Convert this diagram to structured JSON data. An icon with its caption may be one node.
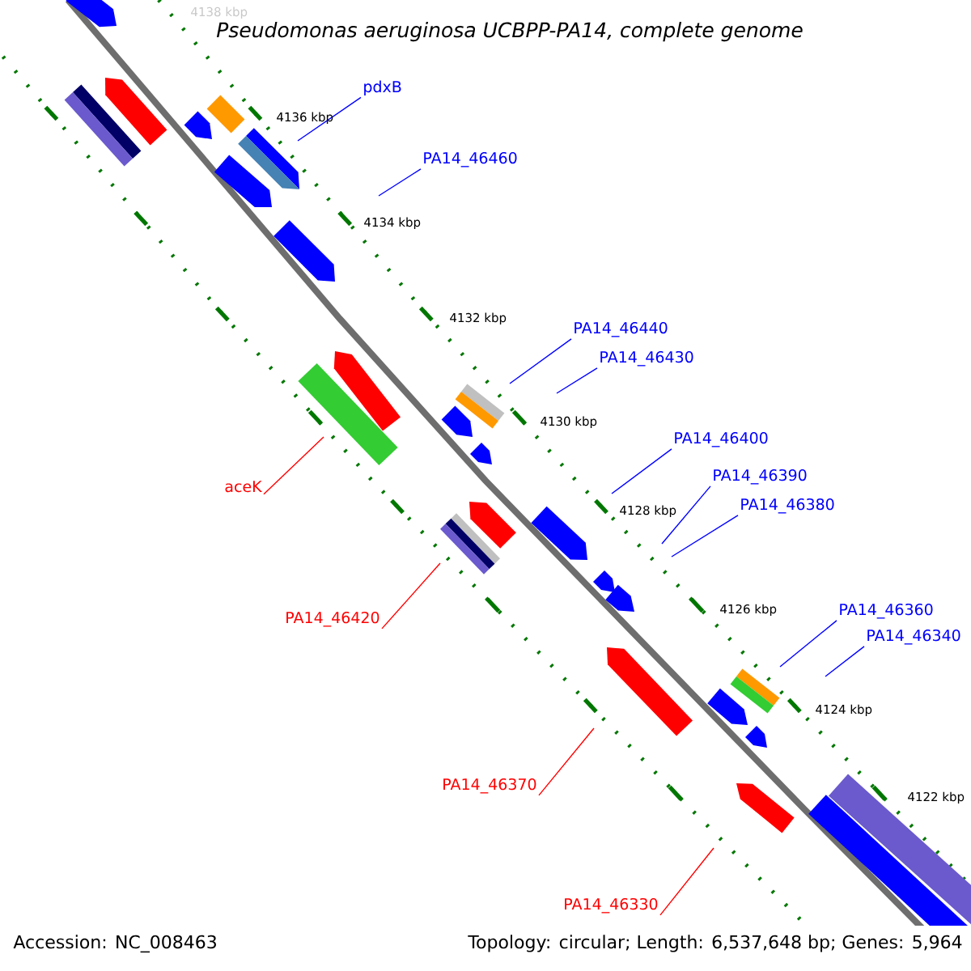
{
  "diagram": {
    "title": "Pseudomonas aeruginosa UCBPP-PA14, complete genome",
    "nodes": [
      {
        "text": [
          "pdxB"
        ]
      },
      {
        "text": [
          "PA14_46460"
        ]
      },
      {
        "text": [
          "PA14_46440"
        ]
      },
      {
        "text": [
          "PA14_46430"
        ]
      },
      {
        "text": [
          "PA14_46400"
        ]
      },
      {
        "text": [
          "aceK"
        ]
      },
      {
        "text": [
          "PA14_46390"
        ]
      },
      {
        "text": [
          "PA14_46380"
        ]
      },
      {
        "text": [
          "PA14_46420"
        ]
      },
      {
        "text": [
          "PA14_46360"
        ]
      },
      {
        "text": [
          "PA14_46340"
        ]
      },
      {
        "text": [
          "PA14_46370"
        ]
      },
      {
        "text": [
          "PA14_46330"
        ]
      }
    ],
    "edges": [
      {
        "from": 0,
        "to": null,
        "arrow": "none"
      },
      {
        "from": 1,
        "to": null,
        "arrow": "none"
      },
      {
        "from": 2,
        "to": null,
        "arrow": "none"
      },
      {
        "from": 3,
        "to": null,
        "arrow": "none"
      },
      {
        "from": 4,
        "to": null,
        "arrow": "none"
      },
      {
        "from": 5,
        "to": null,
        "arrow": "none",
        "color": "#ff0000"
      },
      {
        "from": 6,
        "to": null,
        "arrow": "none"
      },
      {
        "from": 7,
        "to": null,
        "arrow": "none"
      },
      {
        "from": 8,
        "to": null,
        "arrow": "none",
        "color": "#ff0000"
      },
      {
        "from": 9,
        "to": null,
        "arrow": "none"
      },
      {
        "from": 10,
        "to": null,
        "arrow": "none"
      },
      {
        "from": 11,
        "to": null,
        "arrow": "none",
        "color": "#ff0000"
      },
      {
        "from": 12,
        "to": null,
        "arrow": "none",
        "color": "#ff0000"
      }
    ],
    "labels": [
      "4138 kbp",
      "4136 kbp",
      "4134 kbp",
      "4132 kbp",
      "4130 kbp",
      "4128 kbp",
      "4126 kbp",
      "4124 kbp",
      "4122 kbp",
      "Accession: NC_008463",
      "Topology: circular; Length: 6,537,648 bp; Genes: 5,964"
    ]
  }
}
